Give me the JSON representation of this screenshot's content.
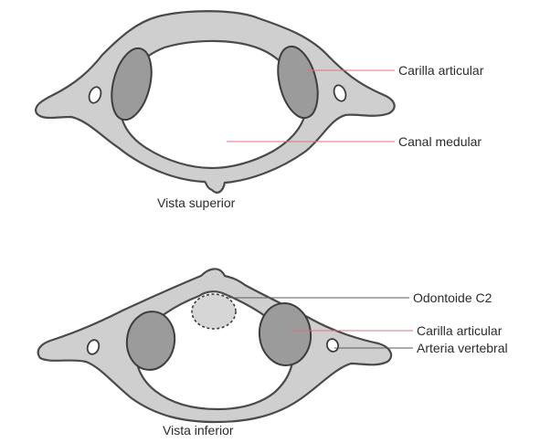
{
  "superior_view": {
    "caption": "Vista superior",
    "labels": {
      "articular_facet": "Carilla articular",
      "spinal_canal": "Canal medular"
    }
  },
  "inferior_view": {
    "caption": "Vista inferior",
    "labels": {
      "dens": "Odontoide C2",
      "articular_facet": "Carilla articular",
      "vertebral_artery": "Arteria vertebral"
    }
  }
}
